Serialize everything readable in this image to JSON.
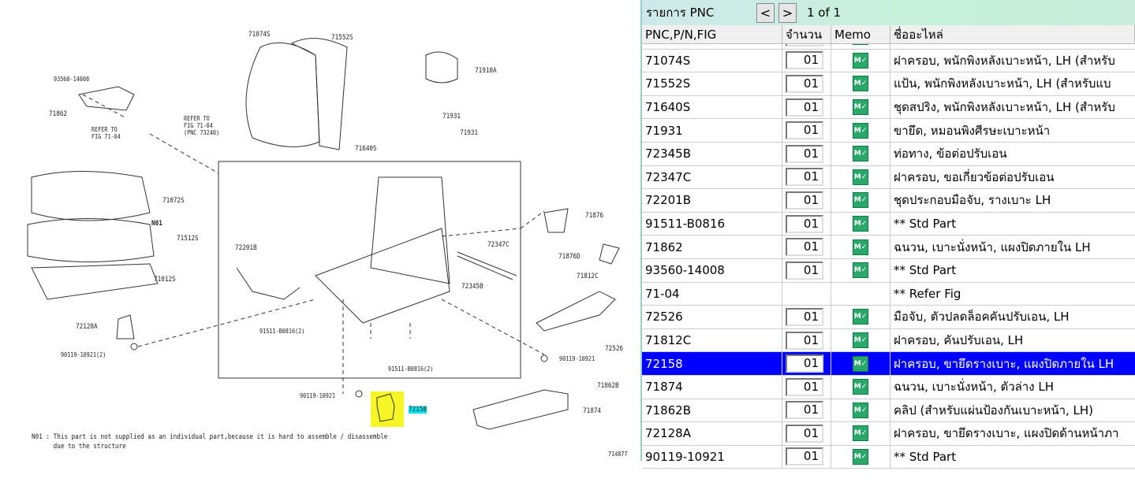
{
  "diagram": {
    "labels": [
      "71074S",
      "71552S",
      "71910A",
      "93560-14008",
      "71862",
      "REFER TO\nFIG 71-04",
      "REFER TO\nFIG 71-04\n(PNC 73240)",
      "71931",
      "71931",
      "71640S",
      "71072S",
      "N01",
      "71512S",
      "71012S",
      "72201B",
      "72347C",
      "72345B",
      "71876",
      "71876D",
      "71812C",
      "72128A",
      "72526",
      "90119-10921(2)",
      "91511-B0816(2)",
      "91511-B0816(2)",
      "90119-10921",
      "90119-10921",
      "71862B",
      "72158",
      "71874"
    ],
    "note": "N01 : This part is not supplied as an individual part,because it is hard to assemble / disassemble\n      due to the structure",
    "figure_id": "714877",
    "highlight_color": "#f4f400",
    "selected_label_color": "#00e5ee"
  },
  "panel": {
    "title": "รายการ PNC",
    "prev": "<",
    "next": ">",
    "page": "1 of 1",
    "columns": [
      "PNC,P/N,FIG",
      "จำนวน",
      "Memo",
      "ชื่ออะไหล่"
    ],
    "memo_icon": "memo-icon",
    "selected_color": "#0000ff",
    "rows": [
      {
        "pnc": "",
        "qty": "",
        "name": ""
      },
      {
        "pnc": "71074S",
        "qty": "01",
        "name": "ฝาครอบ, พนักพิงหลังเบาะหน้า, LH (สำหรับ"
      },
      {
        "pnc": "71552S",
        "qty": "01",
        "name": "แป้น, พนักพิงหลังเบาะหน้า, LH (สำหรับแบ"
      },
      {
        "pnc": "71640S",
        "qty": "01",
        "name": "ชุดสปริง, พนักพิงหลังเบาะหน้า, LH (สำหรับ"
      },
      {
        "pnc": "71931",
        "qty": "01",
        "name": "ขายึด, หมอนพิงศีรษะเบาะหน้า"
      },
      {
        "pnc": "72345B",
        "qty": "01",
        "name": "ท่อทาง, ข้อต่อปรับเอน"
      },
      {
        "pnc": "72347C",
        "qty": "01",
        "name": "ฝาครอบ, ขอเกี่ยวข้อต่อปรับเอน"
      },
      {
        "pnc": "72201B",
        "qty": "01",
        "name": "ชุดประกอบมือจับ, รางเบาะ LH"
      },
      {
        "pnc": "91511-B0816",
        "qty": "01",
        "name": "** Std Part"
      },
      {
        "pnc": "71862",
        "qty": "01",
        "name": "ฉนวน, เบาะนั่งหน้า, แผงปิดภายใน LH"
      },
      {
        "pnc": "93560-14008",
        "qty": "01",
        "name": "** Std Part"
      },
      {
        "pnc": "71-04",
        "qty": "",
        "name": "** Refer Fig"
      },
      {
        "pnc": "72526",
        "qty": "01",
        "name": "มือจับ, ตัวปลดล็อคคันปรับเอน, LH"
      },
      {
        "pnc": "71812C",
        "qty": "01",
        "name": "ฝาครอบ, คันปรับเอน, LH"
      },
      {
        "pnc": "72158",
        "qty": "01",
        "name": "ฝาครอบ, ขายึดรางเบาะ, แผงปิดภายใน LH",
        "selected": true
      },
      {
        "pnc": "71874",
        "qty": "01",
        "name": "ฉนวน, เบาะนั่งหน้า, ตัวล่าง LH"
      },
      {
        "pnc": "71862B",
        "qty": "01",
        "name": "คลิป (สำหรับแผ่นป้องกันเบาะหน้า, LH)"
      },
      {
        "pnc": "72128A",
        "qty": "01",
        "name": "ฝาครอบ, ขายึดรางเบาะ, แผงปิดด้านหน้าภา"
      },
      {
        "pnc": "90119-10921",
        "qty": "01",
        "name": "** Std Part"
      }
    ]
  }
}
